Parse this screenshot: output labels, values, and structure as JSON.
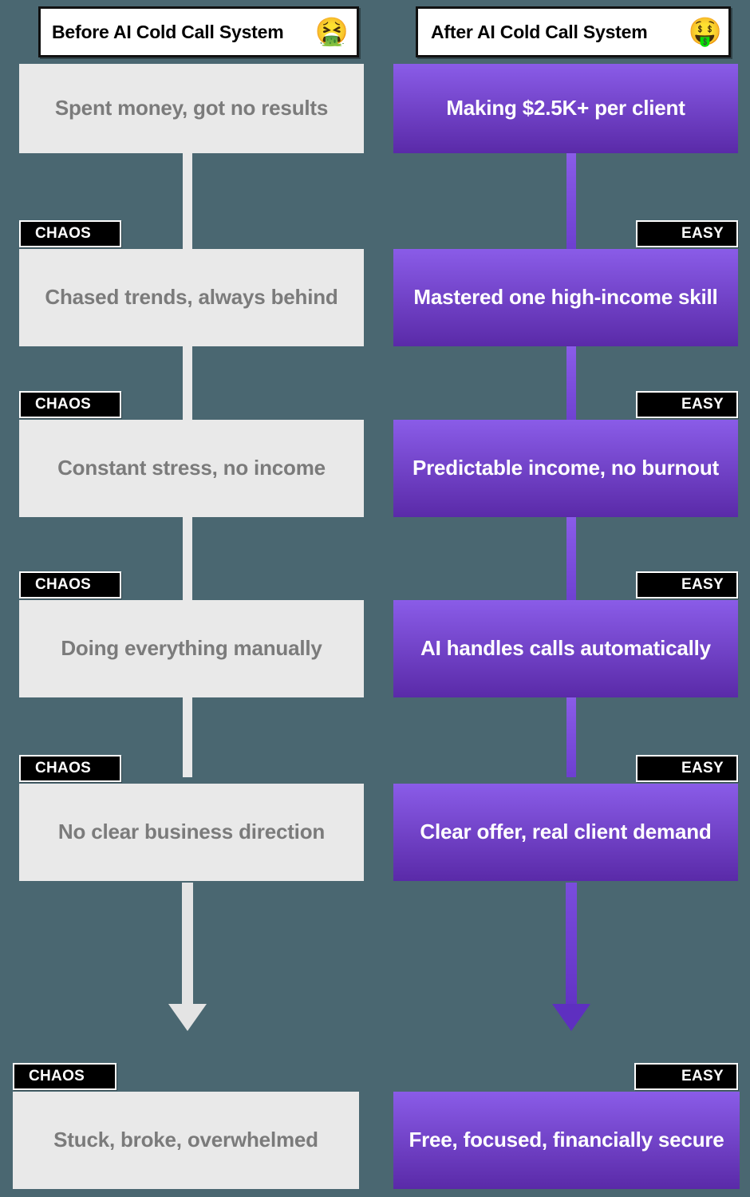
{
  "theme": {
    "background": "#4a6771",
    "gray_box": "#e9e9e9",
    "gray_text": "#7b7b7b",
    "purple_top": "#8a5ce8",
    "purple_bottom": "#5a2aa8",
    "badge_bg": "#000000",
    "badge_text": "#ffffff",
    "header_bg": "#ffffff",
    "header_text": "#000000"
  },
  "columns": {
    "before": {
      "header": {
        "title": "Before AI Cold Call System",
        "emoji": "🤮",
        "emoji_name": "face-vomiting-emoji"
      },
      "badge_label": "CHAOS",
      "nodes": [
        {
          "text": "Spent money, got no results",
          "badge": null
        },
        {
          "text": "Chased trends, always behind",
          "badge": "CHAOS"
        },
        {
          "text": "Constant stress, no income",
          "badge": "CHAOS"
        },
        {
          "text": "Doing everything manually",
          "badge": "CHAOS"
        },
        {
          "text": "No clear business direction",
          "badge": "CHAOS"
        }
      ],
      "outcome": {
        "text": "Stuck, broke, overwhelmed",
        "badge": "CHAOS"
      }
    },
    "after": {
      "header": {
        "title": "After AI Cold Call System",
        "emoji": "🤑",
        "emoji_name": "money-mouth-face-emoji"
      },
      "badge_label": "EASY",
      "nodes": [
        {
          "text": "Making $2.5K+ per client",
          "badge": null
        },
        {
          "text": "Mastered one high-income skill",
          "badge": "EASY"
        },
        {
          "text": "Predictable income, no burnout",
          "badge": "EASY"
        },
        {
          "text": "AI handles calls automatically",
          "badge": "EASY"
        },
        {
          "text": "Clear offer, real client demand",
          "badge": "EASY"
        }
      ],
      "outcome": {
        "text": "Free, focused, financially secure",
        "badge": "EASY"
      }
    }
  }
}
